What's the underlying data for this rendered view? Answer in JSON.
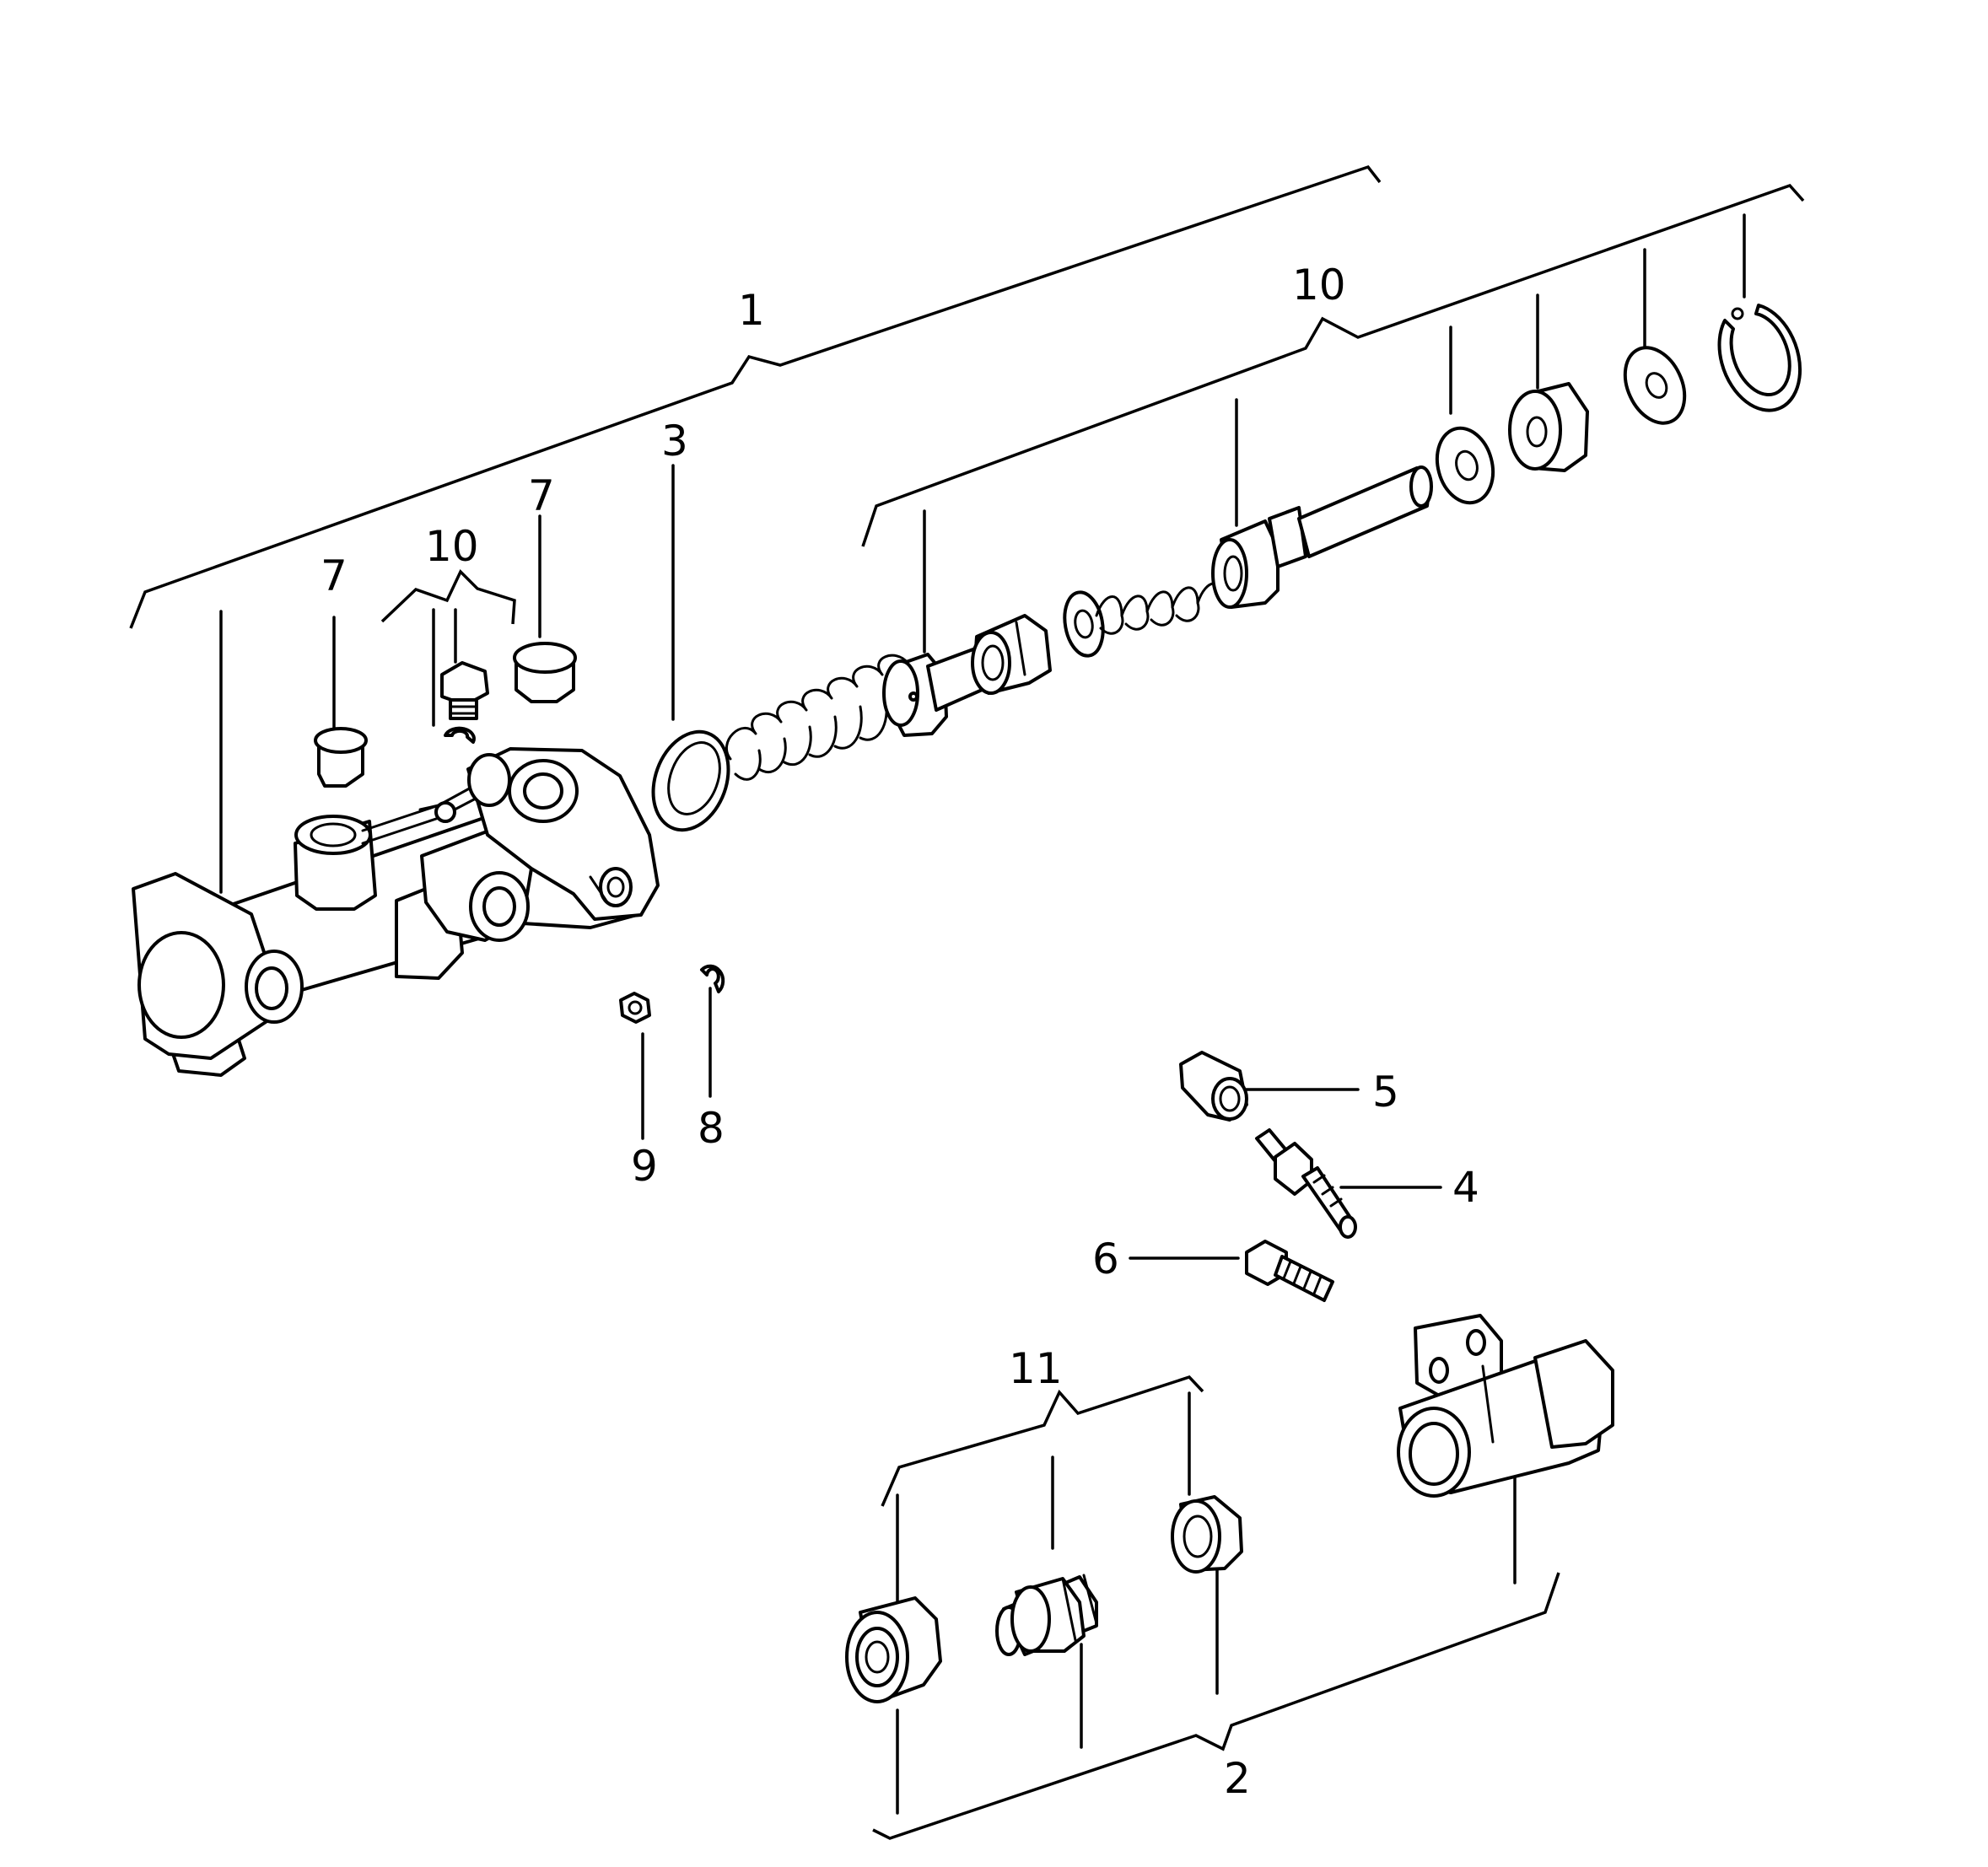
{
  "callouts": {
    "c1": "1",
    "c2": "2",
    "c3": "3",
    "c4": "4",
    "c5": "5",
    "c6": "6",
    "c7a": "7",
    "c7b": "7",
    "c8": "8",
    "c9": "9",
    "c10a": "10",
    "c10b": "10",
    "c11": "11"
  },
  "colors": {
    "line": "#000000",
    "background": "#ffffff"
  }
}
